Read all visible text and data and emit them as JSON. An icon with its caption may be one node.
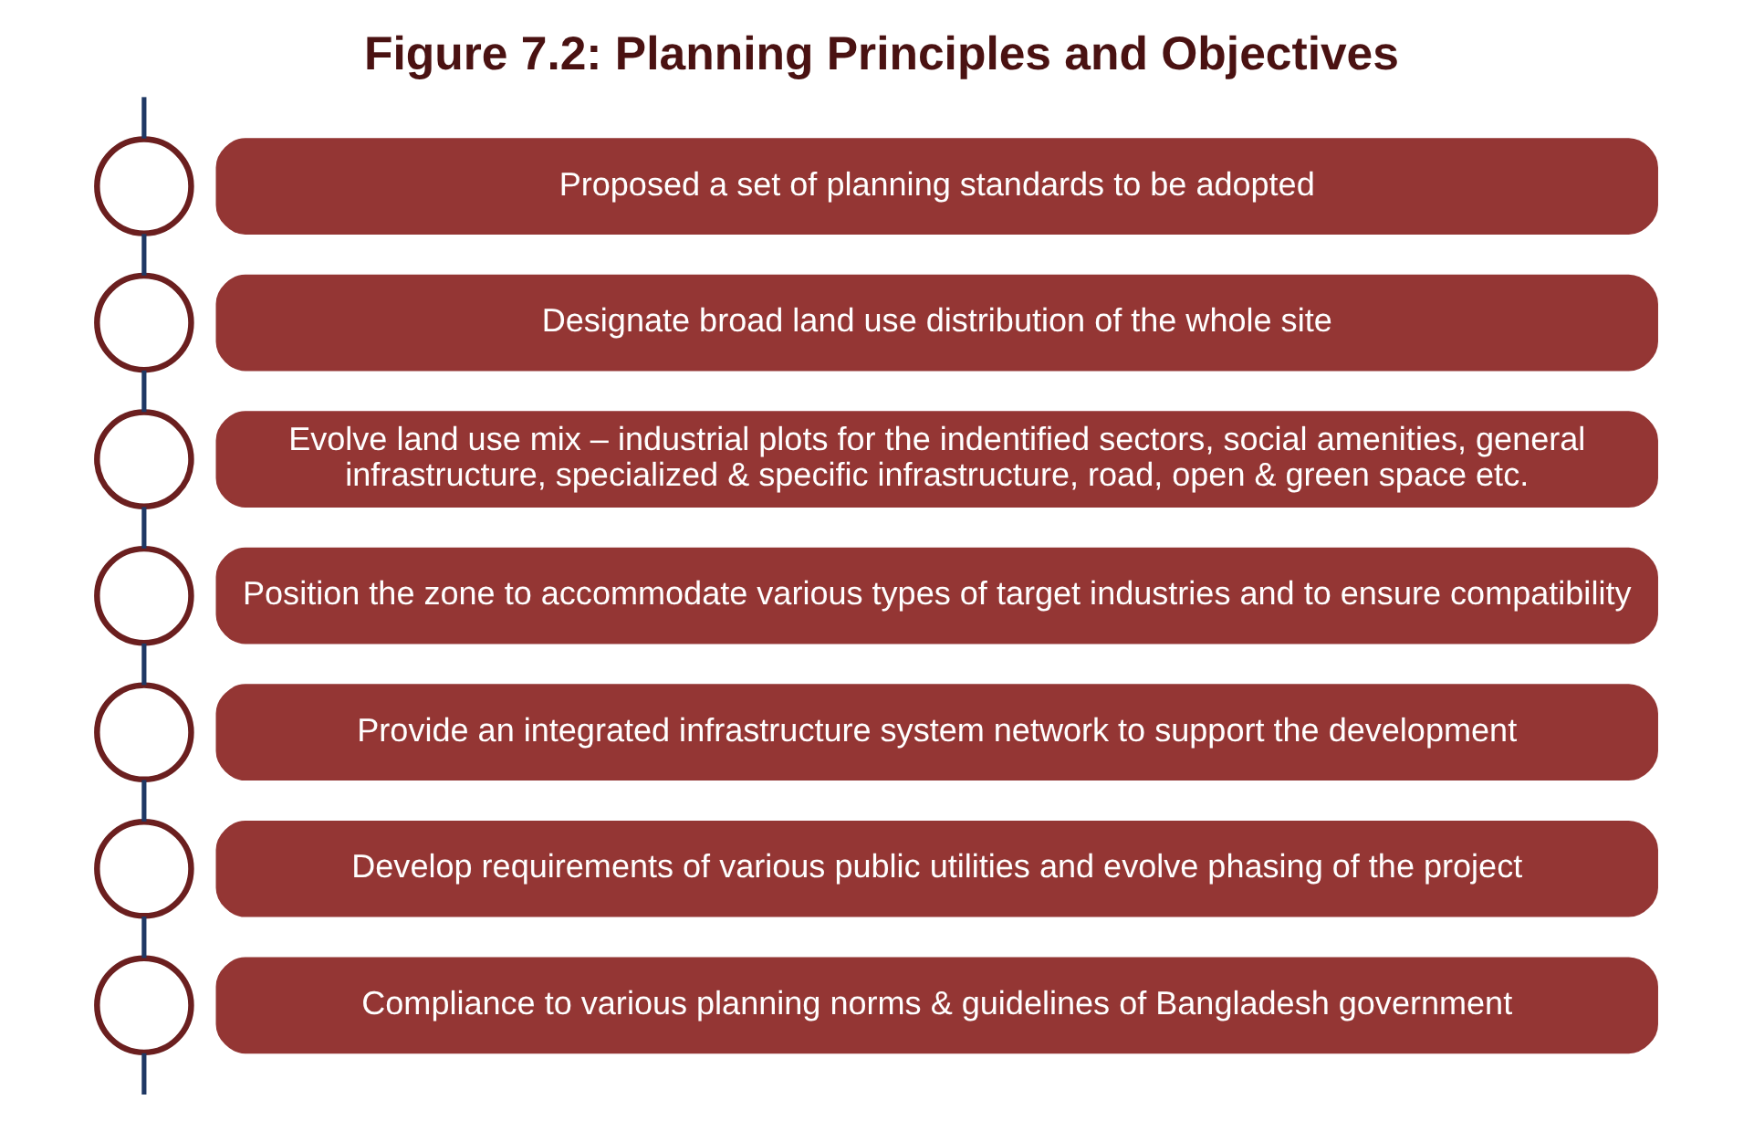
{
  "diagram": {
    "title": "Figure 7.2: Planning Principles and Objectives",
    "nodes": [
      {
        "text": [],
        "shape": "circle"
      },
      {
        "text": [
          "Proposed a set of planning standards to be adopted"
        ]
      },
      {
        "text": [],
        "shape": "circle"
      },
      {
        "text": [
          "Designate broad land use distribution of the whole site"
        ]
      },
      {
        "text": [],
        "shape": "circle"
      },
      {
        "text": [
          "Evolve land use mix – industrial plots for the indentified sectors, social amenities, general infrastructure, specialized & specific infrastructure, road, open & green space etc."
        ]
      },
      {
        "text": [],
        "shape": "circle"
      },
      {
        "text": [
          "Position the zone to accommodate various types of target industries and to ensure compatibility"
        ]
      },
      {
        "text": [],
        "shape": "circle"
      },
      {
        "text": [
          "Provide an integrated infrastructure system network to support the development"
        ]
      },
      {
        "text": [],
        "shape": "circle"
      },
      {
        "text": [
          "Develop requirements of various public utilities and evolve phasing of the project"
        ]
      },
      {
        "text": [],
        "shape": "circle"
      },
      {
        "text": [
          "Compliance to various planning norms & guidelines of Bangladesh government"
        ]
      }
    ],
    "edges": [
      {
        "from": null,
        "to": 0,
        "arrow": "none"
      },
      {
        "from": 0,
        "to": 2,
        "arrow": "none"
      },
      {
        "from": 2,
        "to": 4,
        "arrow": "none"
      },
      {
        "from": 4,
        "to": 6,
        "arrow": "none"
      },
      {
        "from": 6,
        "to": 8,
        "arrow": "none"
      },
      {
        "from": 8,
        "to": 10,
        "arrow": "none"
      },
      {
        "from": 10,
        "to": 12,
        "arrow": "none"
      },
      {
        "from": 12,
        "to": null,
        "arrow": "none"
      }
    ]
  }
}
